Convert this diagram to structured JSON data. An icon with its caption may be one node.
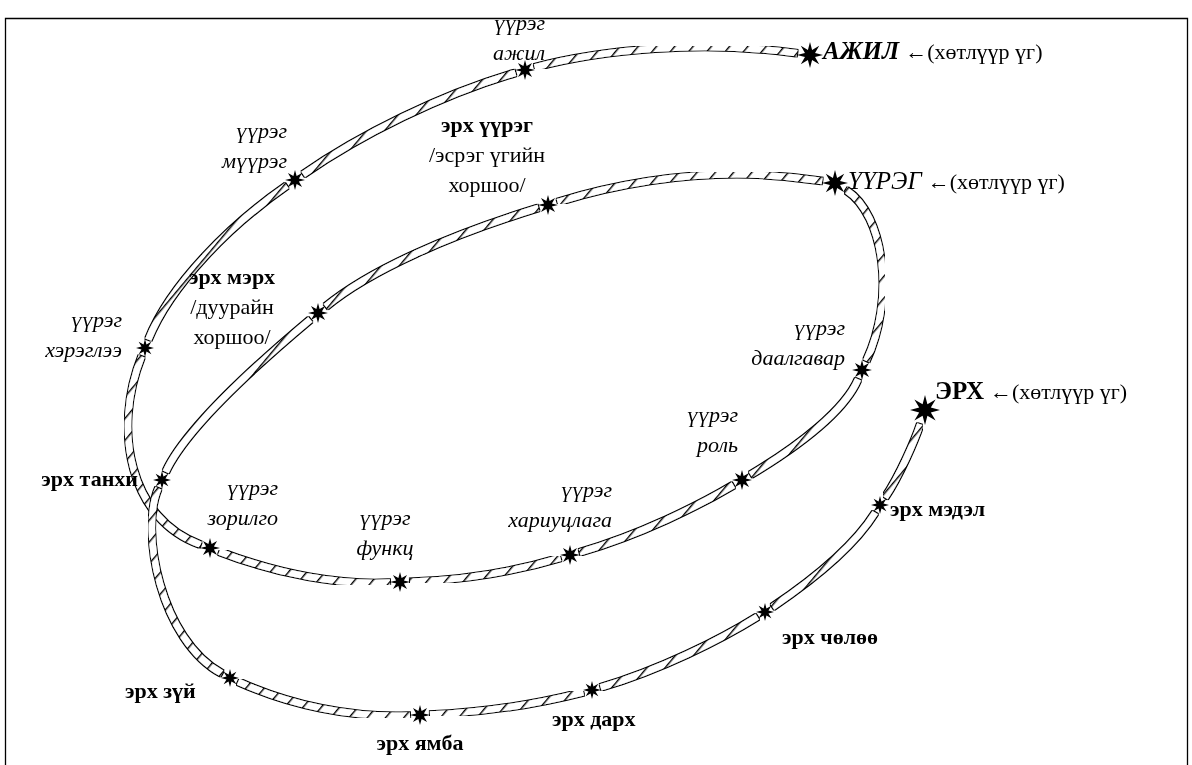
{
  "diagram": {
    "nodes": [
      {
        "text": [
          "АЖИЛ"
        ],
        "beside": [
          "←(хөтлүүр үг)"
        ]
      },
      {
        "text": [
          "үүрэг ажил"
        ]
      },
      {
        "text": [
          "үүрэг мүүрэг"
        ]
      },
      {
        "text": [
          "үүрэг хэрэглээ"
        ]
      },
      {
        "text": [
          "үүрэг зорилго"
        ]
      },
      {
        "text": [
          "үүрэг функц"
        ]
      },
      {
        "text": [
          "үүрэг хариуцлага"
        ]
      },
      {
        "text": [
          "үүрэг роль"
        ]
      },
      {
        "text": [
          "үүрэг даалгавар"
        ]
      },
      {
        "text": [
          "ҮҮРЭГ"
        ],
        "beside": [
          "←(хөтлүүр үг)"
        ]
      },
      {
        "text": [
          "эрх үүрэг",
          "/эсрэг үгийн хоршоо/"
        ]
      },
      {
        "text": [
          "эрх мэрх",
          "/дуурайн хоршоо/"
        ]
      },
      {
        "text": [
          "эрх танхи"
        ]
      },
      {
        "text": [
          "эрх зүй"
        ]
      },
      {
        "text": [
          "эрх ямба"
        ]
      },
      {
        "text": [
          "эрх дарх"
        ]
      },
      {
        "text": [
          "эрх чөлөө"
        ]
      },
      {
        "text": [
          "эрх мэдэл"
        ]
      },
      {
        "text": [
          "ЭРХ"
        ],
        "beside": [
          "←(хөтлүүр үг)"
        ]
      }
    ],
    "edges": [
      {
        "from": 0,
        "to": 1,
        "arrow": "none"
      },
      {
        "from": 1,
        "to": 2,
        "arrow": "none"
      },
      {
        "from": 2,
        "to": 3,
        "arrow": "none"
      },
      {
        "from": 3,
        "to": 4,
        "arrow": "none"
      },
      {
        "from": 4,
        "to": 5,
        "arrow": "none"
      },
      {
        "from": 5,
        "to": 6,
        "arrow": "none"
      },
      {
        "from": 6,
        "to": 7,
        "arrow": "none"
      },
      {
        "from": 7,
        "to": 8,
        "arrow": "none"
      },
      {
        "from": 8,
        "to": 9,
        "arrow": "none"
      },
      {
        "from": 9,
        "to": 10,
        "arrow": "none"
      },
      {
        "from": 10,
        "to": 11,
        "arrow": "none"
      },
      {
        "from": 11,
        "to": 12,
        "arrow": "none"
      },
      {
        "from": 12,
        "to": 13,
        "arrow": "none"
      },
      {
        "from": 13,
        "to": 14,
        "arrow": "none"
      },
      {
        "from": 14,
        "to": 15,
        "arrow": "none"
      },
      {
        "from": 15,
        "to": 16,
        "arrow": "none"
      },
      {
        "from": 16,
        "to": 17,
        "arrow": "none"
      },
      {
        "from": 17,
        "to": 18,
        "arrow": "none"
      }
    ]
  }
}
